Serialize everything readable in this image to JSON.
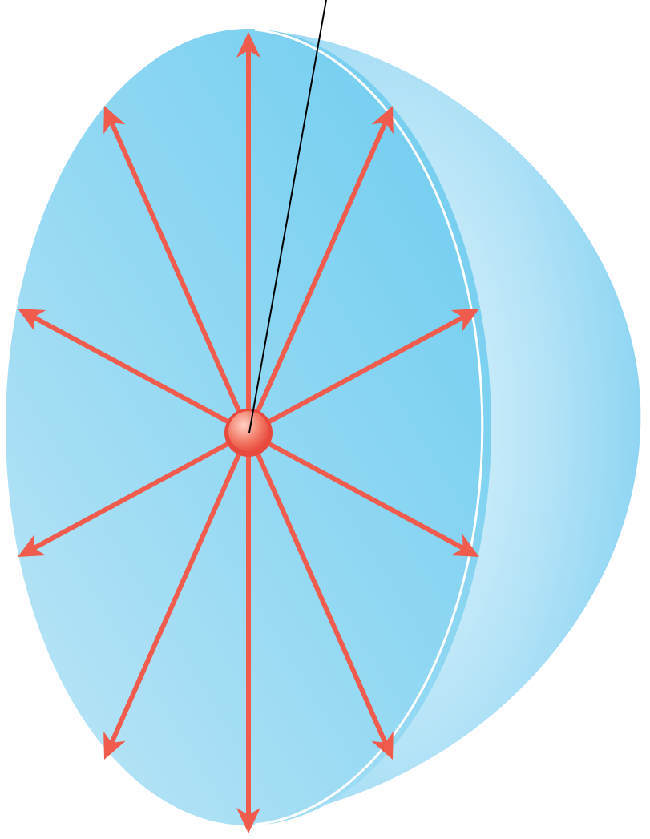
{
  "diagram": {
    "colors": {
      "background": "#ffffff",
      "hemisphere_face_light": "#bfe6f6",
      "hemisphere_face_dark": "#6ccbef",
      "hemisphere_shell_light": "#e6f6fd",
      "hemisphere_shell_dark": "#7fd0f1",
      "rim_highlight": "#ffffff",
      "field_arrow": "#ef5b4c",
      "charge_light": "#ffd2c6",
      "charge_dark": "#e8493d",
      "leader_line": "#000000"
    },
    "field_arrows": [
      {
        "direction": "up"
      },
      {
        "direction": "up-right"
      },
      {
        "direction": "right-up"
      },
      {
        "direction": "right-down"
      },
      {
        "direction": "down-right"
      },
      {
        "direction": "down"
      },
      {
        "direction": "down-left"
      },
      {
        "direction": "left-down"
      },
      {
        "direction": "left-up"
      },
      {
        "direction": "up-left"
      }
    ],
    "point_charge": {
      "icon": "point-charge-sphere"
    },
    "leader_line": {
      "icon": "callout-leader-line"
    }
  }
}
